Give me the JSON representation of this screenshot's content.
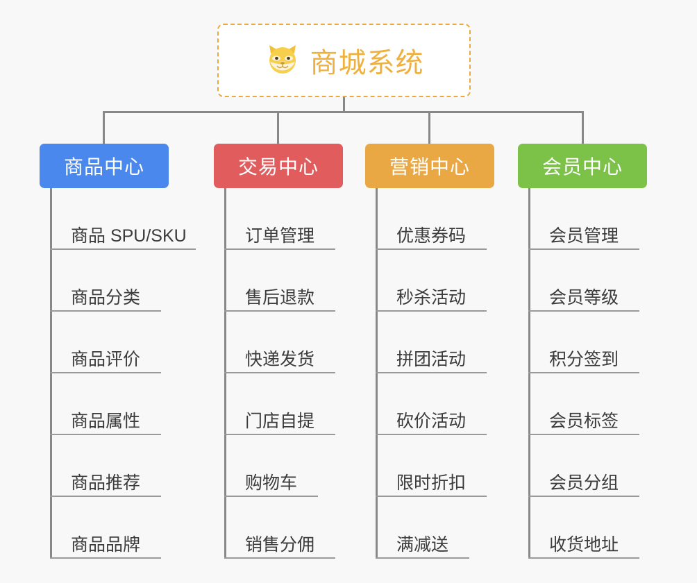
{
  "background_color": "#f8f8f8",
  "connector_color": "#888888",
  "root": {
    "icon": "shiba-dog-face-icon",
    "title": "商城系统",
    "text_color": "#eeb13f",
    "border_color": "#eaa93f",
    "background": "#ffffff"
  },
  "columns": [
    {
      "id": "product-center",
      "label": "商品中心",
      "color": "#4a88ee",
      "items": [
        "商品 SPU/SKU",
        "商品分类",
        "商品评价",
        "商品属性",
        "商品推荐",
        "商品品牌"
      ]
    },
    {
      "id": "trade-center",
      "label": "交易中心",
      "color": "#e15c5c",
      "items": [
        "订单管理",
        "售后退款",
        "快递发货",
        "门店自提",
        "购物车",
        "销售分佣"
      ]
    },
    {
      "id": "marketing-center",
      "label": "营销中心",
      "color": "#eaa845",
      "items": [
        "优惠券码",
        "秒杀活动",
        "拼团活动",
        "砍价活动",
        "限时折扣",
        "满减送"
      ]
    },
    {
      "id": "member-center",
      "label": "会员中心",
      "color": "#7cc248",
      "items": [
        "会员管理",
        "会员等级",
        "积分签到",
        "会员标签",
        "会员分组",
        "收货地址"
      ]
    }
  ]
}
